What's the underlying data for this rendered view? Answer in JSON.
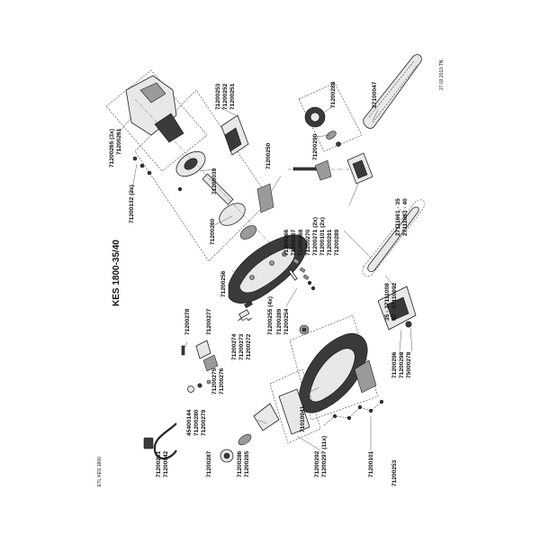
{
  "title": "KES 1800-35/40",
  "footer_left": "ETL KES 1800",
  "footer_right": "27.03.2013-TN",
  "parts": {
    "p71200265": "71200265 (3x)",
    "p71200261": "71200261",
    "p71200253a": "71200253",
    "p71200252": "71200252",
    "p71200251": "71200251",
    "p71200288": "71200288",
    "p27100047": "27100047",
    "p71200250": "71200250",
    "p71200290": "71200290",
    "p71200132": "71200132 (2x)",
    "p71200039": "71200039",
    "p71200260": "71200260",
    "p27111661": "27111661 - 35",
    "p27111063": "27111063 - 40",
    "p71200266": "71200266",
    "p71200267": "71200267",
    "p71200268": "71200268",
    "p71200270": "71200270",
    "p71200271": "71200271 (2x)",
    "p71200101a": "71200101 (2x)",
    "p71200291": "71200291",
    "p71200289a": "71200289",
    "p71200256": "71200256",
    "p27111008": "35 - 27111008",
    "p27110992": "40 - 27110992",
    "p71200278": "71200278",
    "p71200277": "71200277",
    "p71200255": "71200255 (4x)",
    "p71200289b": "71200289",
    "p71200254": "71200254",
    "p71200274": "71200274",
    "p71200273": "71200273",
    "p71200272": "71200272",
    "p71200275": "71200275",
    "p71200276": "71200276",
    "p71200296": "71200296",
    "p71200298": "71200298",
    "p75000278": "75000278",
    "p45400144": "45400144",
    "p71200280": "71200280",
    "p71200279": "71200279",
    "p71010041": "71010041",
    "p71200281": "71200281",
    "p71200042": "71200042",
    "p71200287": "71200287",
    "p71200286": "71200286",
    "p71200285": "71200285",
    "p71200292": "71200292",
    "p71200297": "71200297 (11x)",
    "p71200101b": "71200101",
    "p71200253b": "71200253"
  }
}
